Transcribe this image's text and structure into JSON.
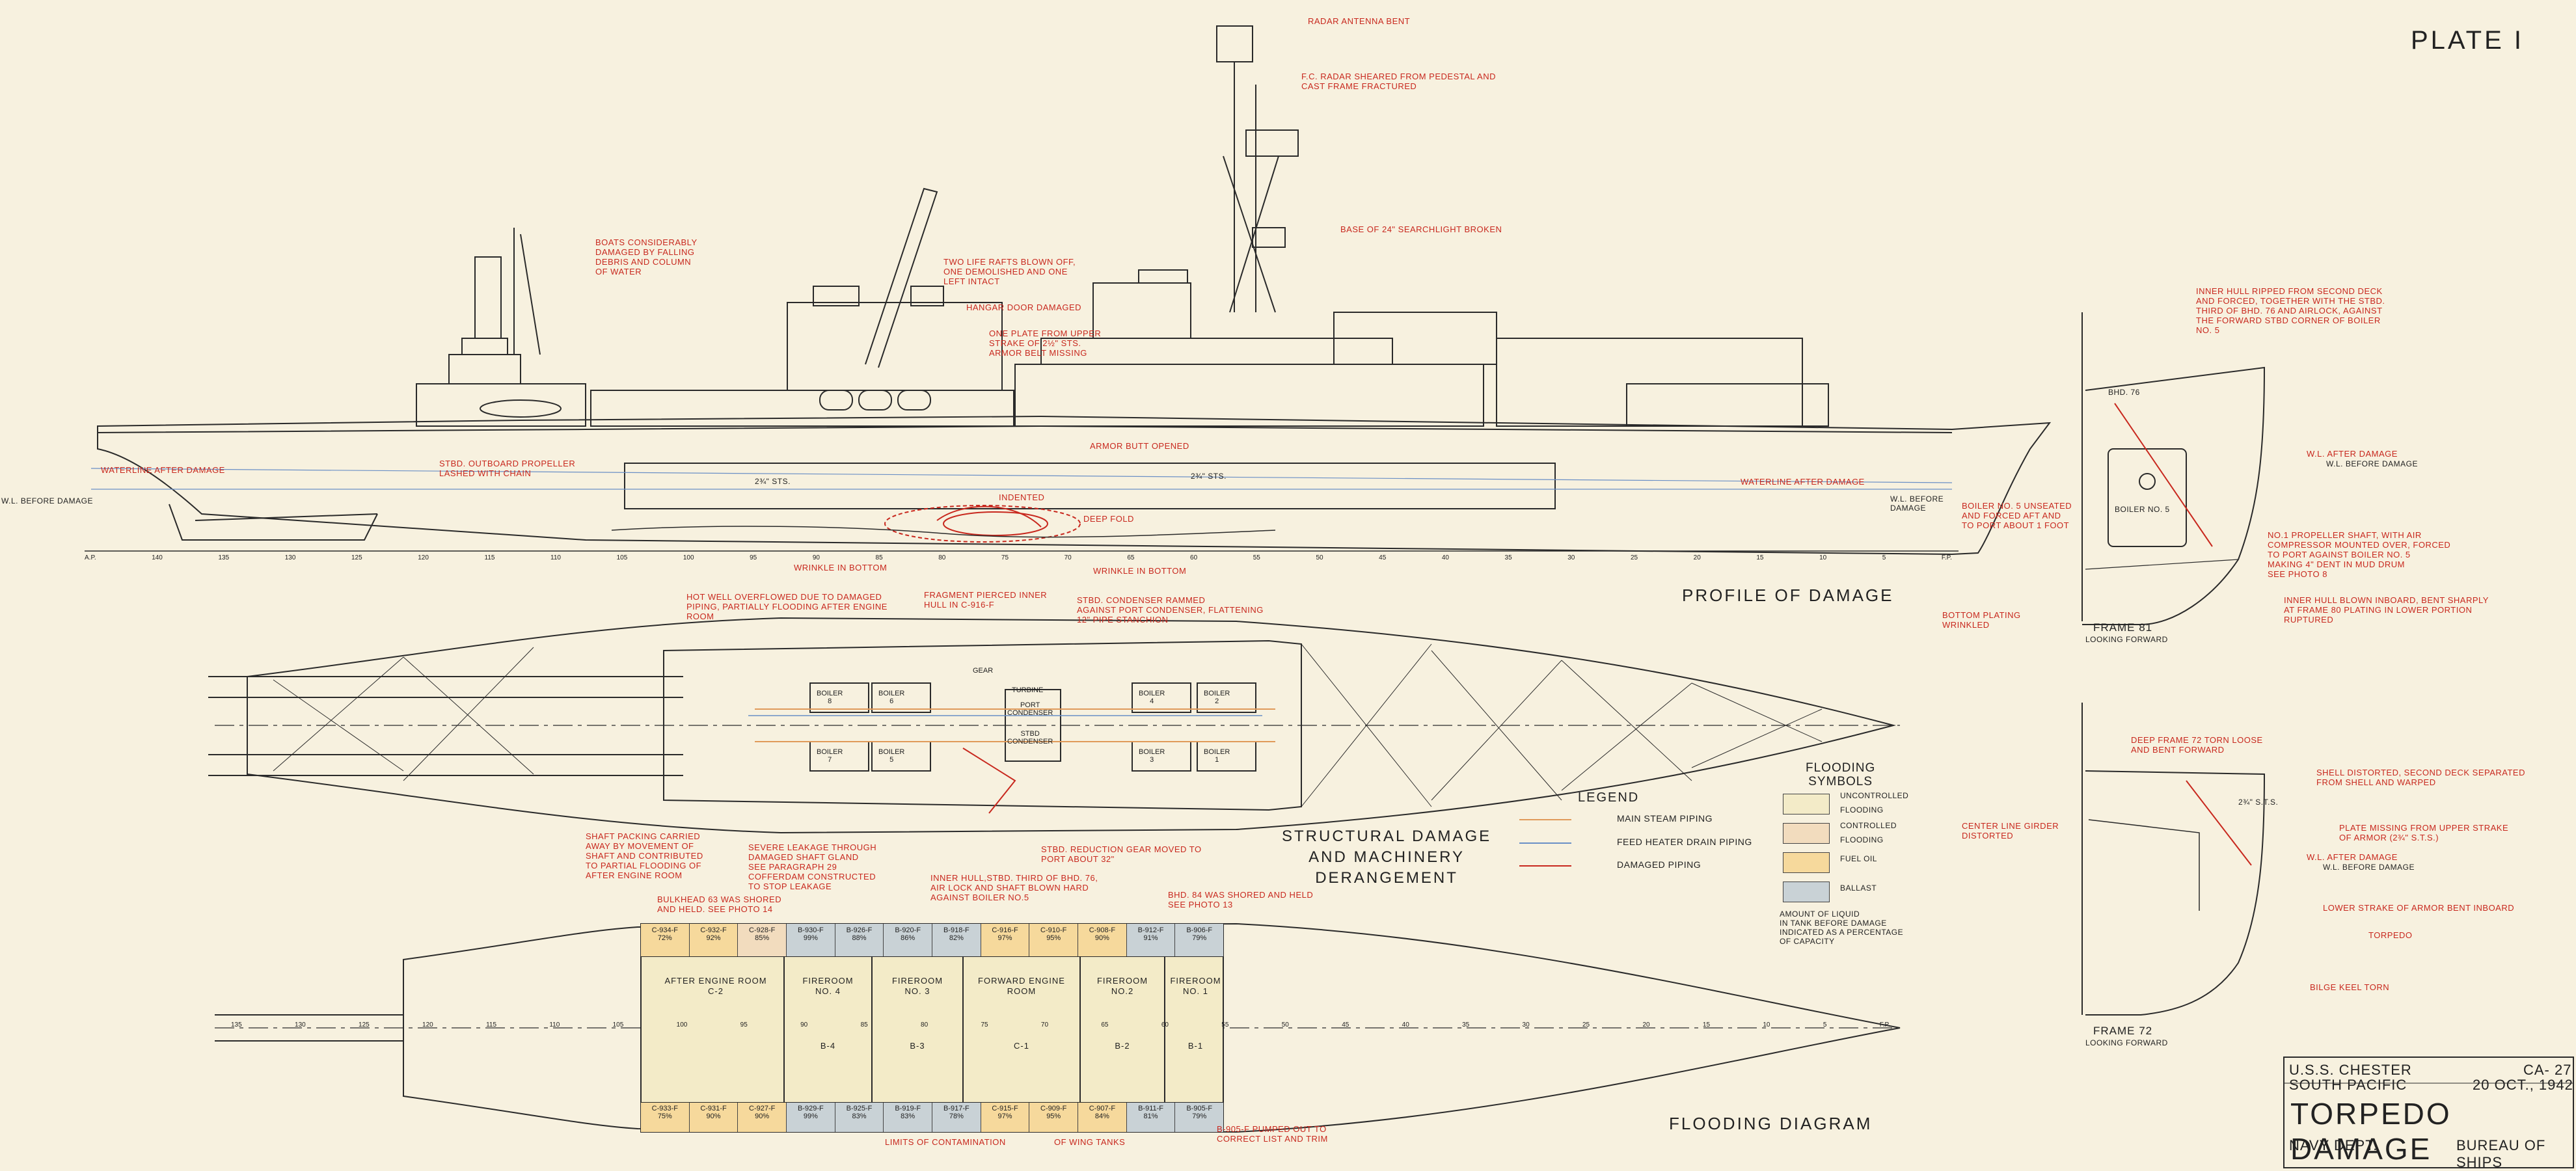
{
  "plate": "PLATE I",
  "colors": {
    "paper": "#f7f1df",
    "line": "#2a2a2a",
    "annotation": "#c8281e",
    "uncontrolled": "#f3ebc8",
    "controlled": "#f2dcbe",
    "fuel_oil": "#f6d99c",
    "ballast": "#c9d2d6",
    "main_steam": "#e09a5a",
    "feed_heater": "#6a8fc6",
    "damaged": "#c8281e"
  },
  "profile": {
    "title": "PROFILE OF DAMAGE",
    "annotations": {
      "radar_antenna": "RADAR ANTENNA BENT",
      "fc_radar": "F.C. RADAR SHEARED FROM PEDESTAL AND\nCAST FRAME FRACTURED",
      "searchlight": "BASE OF 24\" SEARCHLIGHT BROKEN",
      "boats": "BOATS CONSIDERABLY\nDAMAGED BY FALLING\nDEBRIS AND COLUMN\nOF WATER",
      "life_rafts": "TWO LIFE RAFTS BLOWN OFF,\nONE DEMOLISHED AND ONE\nLEFT INTACT",
      "hangar": "HANGAR DOOR DAMAGED",
      "one_plate": "ONE PLATE FROM UPPER\nSTRAKE OF 2½\" STS.\nARMOR BELT MISSING",
      "armor_butt": "ARMOR BUTT OPENED",
      "deep_fold": "DEEP FOLD",
      "indented": "INDENTED",
      "wrinkle_1": "WRINKLE IN BOTTOM",
      "wrinkle_2": "WRINKLE IN BOTTOM",
      "propeller": "STBD. OUTBOARD PROPELLER\nLASHED WITH CHAIN",
      "waterline_after_left": "WATERLINE AFTER DAMAGE",
      "waterline_after_right": "WATERLINE AFTER DAMAGE",
      "wl_before_left": "W.L. BEFORE DAMAGE",
      "wl_before_right": "W.L. BEFORE\nDAMAGE",
      "sts_left": "2¾\" STS.",
      "sts_right": "2¾\" STS."
    },
    "frames": [
      "A.P.",
      "140",
      "135",
      "130",
      "125",
      "120",
      "115",
      "110",
      "105",
      "100",
      "95",
      "90",
      "85",
      "80",
      "75",
      "70",
      "65",
      "60",
      "55",
      "50",
      "45",
      "40",
      "35",
      "30",
      "25",
      "20",
      "15",
      "10",
      "5",
      "F.P."
    ]
  },
  "frame81": {
    "title": "FRAME 81",
    "subtitle": "LOOKING FORWARD",
    "annotations": {
      "inner_hull": "INNER HULL RIPPED FROM SECOND DECK\nAND FORCED, TOGETHER WITH THE STBD.\nTHIRD OF BHD. 76 AND AIRLOCK, AGAINST\nTHE FORWARD STBD CORNER OF BOILER\nNO. 5",
      "bhd": "BHD. 76",
      "wl_after": "W.L. AFTER DAMAGE",
      "wl_before": "W.L. BEFORE DAMAGE",
      "boiler5_unseated": "BOILER NO. 5 UNSEATED\nAND FORCED AFT AND\nTO PORT ABOUT 1 FOOT",
      "boiler5": "BOILER NO. 5",
      "propeller_shaft": "NO.1 PROPELLER SHAFT, WITH AIR\nCOMPRESSOR MOUNTED OVER, FORCED\nTO PORT AGAINST BOILER NO. 5\nMAKING 4\" DENT IN MUD DRUM\nSEE PHOTO 8",
      "bottom_plating": "BOTTOM PLATING\nWRINKLED",
      "inner_blown": "INNER HULL BLOWN INBOARD, BENT SHARPLY\nAT FRAME 80 PLATING IN LOWER PORTION\nRUPTURED"
    }
  },
  "frame72": {
    "title": "FRAME 72",
    "subtitle": "LOOKING FORWARD",
    "annotations": {
      "deep_frame": "DEEP FRAME 72 TORN LOOSE\nAND BENT FORWARD",
      "shell": "SHELL DISTORTED, SECOND DECK SEPARATED\nFROM SHELL AND WARPED",
      "center_line": "CENTER LINE GIRDER\nDISTORTED",
      "plate_missing": "PLATE MISSING FROM UPPER STRAKE\nOF ARMOR (2¾\" S.T.S.)",
      "sts": "2¾\" S.T.S.",
      "wl_after": "W.L. AFTER DAMAGE",
      "wl_before": "W.L. BEFORE DAMAGE",
      "lower_strake": "LOWER STRAKE OF ARMOR BENT INBOARD",
      "torpedo": "TORPEDO",
      "bilge_keel": "BILGE KEEL TORN"
    }
  },
  "structural": {
    "title": "STRUCTURAL DAMAGE\nAND MACHINERY\nDERANGEMENT",
    "annotations": {
      "hot_well": "HOT WELL OVERFLOWED DUE TO DAMAGED\nPIPING, PARTIALLY FLOODING AFTER ENGINE\nROOM",
      "fragment": "FRAGMENT PIERCED INNER\nHULL IN C-916-F",
      "condenser": "STBD. CONDENSER RAMMED\nAGAINST PORT CONDENSER, FLATTENING\n12\" PIPE STANCHION",
      "shaft_packing": "SHAFT PACKING CARRIED\nAWAY BY MOVEMENT OF\nSHAFT AND CONTRIBUTED\nTO PARTIAL FLOODING OF\nAFTER ENGINE ROOM",
      "severe_leakage": "SEVERE LEAKAGE THROUGH\nDAMAGED SHAFT GLAND\nSEE PARAGRAPH 29\nCOFFERDAM CONSTRUCTED\nTO STOP LEAKAGE",
      "inner_hull": "INNER HULL,STBD. THIRD OF BHD. 76,\nAIR LOCK AND SHAFT BLOWN HARD\nAGAINST BOILER NO.5",
      "reduction": "STBD. REDUCTION GEAR MOVED TO\nPORT ABOUT 32\"",
      "bhd63": "BULKHEAD 63 WAS SHORED\nAND HELD. SEE PHOTO 14",
      "bhd84": "BHD. 84 WAS SHORED AND HELD\nSEE PHOTO 13"
    },
    "boilers": [
      "BOILER\n8",
      "BOILER\n6",
      "BOILER\n4",
      "BOILER\n2",
      "BOILER\n7",
      "BOILER\n5",
      "BOILER\n3",
      "BOILER\n1"
    ],
    "machinery": [
      "TURBINE",
      "PORT\nCONDENSER",
      "STBD\nCONDENSER",
      "GEAR"
    ]
  },
  "legend": {
    "title": "LEGEND",
    "items": [
      "MAIN STEAM PIPING",
      "FEED HEATER DRAIN PIPING",
      "DAMAGED PIPING"
    ]
  },
  "flooding_symbols": {
    "title": "FLOODING\nSYMBOLS",
    "items": [
      "UNCONTROLLED\nFLOODING",
      "CONTROLLED\nFLOODING",
      "FUEL OIL",
      "BALLAST"
    ],
    "note": "AMOUNT OF LIQUID\nIN TANK BEFORE DAMAGE\nINDICATED AS A PERCENTAGE\nOF CAPACITY"
  },
  "flooding": {
    "title": "FLOODING DIAGRAM",
    "rooms": [
      "AFTER ENGINE ROOM\nC-2",
      "FIREROOM\nNO. 4",
      "FIREROOM\nNO. 3",
      "FORWARD ENGINE\nROOM",
      "FIREROOM\nNO.2",
      "FIREROOM\nNO. 1"
    ],
    "bottom_rooms": [
      "B-4",
      "B-3",
      "C-1",
      "B-2",
      "B-1"
    ],
    "top_tanks": [
      "C-934-F\n72%",
      "C-932-F\n92%",
      "C-928-F\n85%",
      "B-930-F\n99%",
      "B-926-F\n88%",
      "B-920-F\n86%",
      "B-918-F\n82%",
      "C-916-F\n97%",
      "C-910-F\n95%",
      "C-908-F\n90%",
      "B-912-F\n91%",
      "B-906-F\n79%"
    ],
    "bottom_tanks": [
      "C-933-F\n75%",
      "C-931-F\n90%",
      "C-927-F\n90%",
      "B-929-F\n99%",
      "B-925-F\n83%",
      "B-919-F\n83%",
      "B-917-F\n78%",
      "C-915-F\n97%",
      "C-909-F\n95%",
      "C-907-F\n84%",
      "B-911-F\n81%",
      "B-905-F\n79%"
    ],
    "limits": "LIMITS OF CONTAMINATION",
    "wing_tanks": "OF WING TANKS",
    "pumped": "B-905-F PUMPED OUT TO\nCORRECT LIST AND TRIM",
    "frames": [
      "135",
      "130",
      "125",
      "120",
      "115",
      "110",
      "105",
      "100",
      "95",
      "90",
      "85",
      "80",
      "75",
      "70",
      "65",
      "60",
      "55",
      "50",
      "45",
      "40",
      "35",
      "30",
      "25",
      "20",
      "15",
      "10",
      "5",
      "F.P."
    ]
  },
  "title_block": {
    "ship": "U.S.S. CHESTER",
    "area": "SOUTH PACIFIC",
    "ca": "CA- 27",
    "date": "20 OCT., 1942",
    "title": "TORPEDO DAMAGE",
    "dept": "NAVY DEPT.",
    "bureau": "BUREAU OF SHIPS"
  }
}
